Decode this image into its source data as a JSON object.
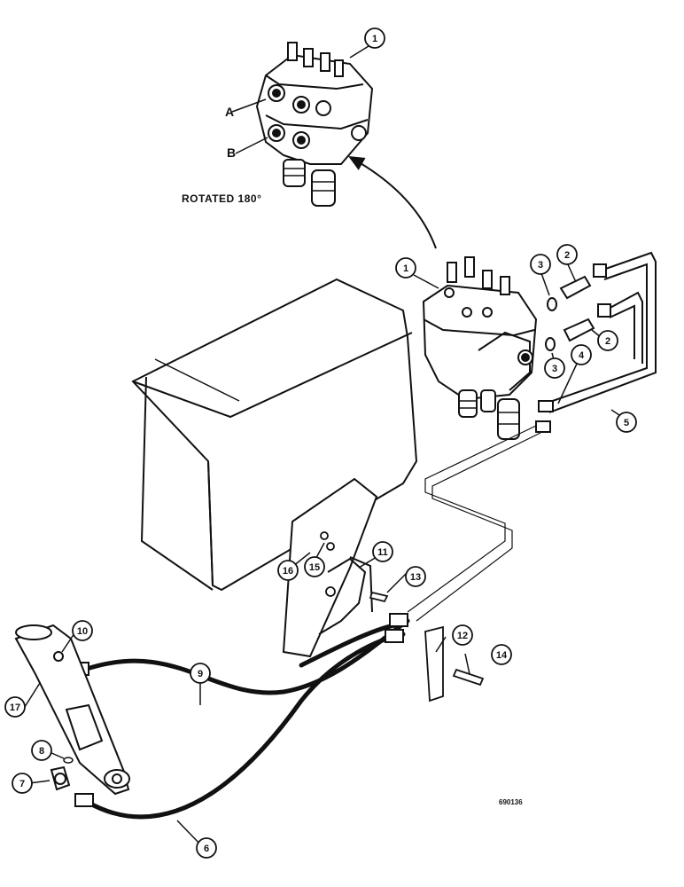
{
  "figure": {
    "rotation_note": "ROTATED 180°",
    "reference_number": "690136",
    "port_labels": {
      "a": "A",
      "b": "B"
    },
    "callouts": [
      {
        "id": "c1-top",
        "number": "1"
      },
      {
        "id": "c1",
        "number": "1"
      },
      {
        "id": "c2-a",
        "number": "2"
      },
      {
        "id": "c2-b",
        "number": "2"
      },
      {
        "id": "c3-a",
        "number": "3"
      },
      {
        "id": "c3-b",
        "number": "3"
      },
      {
        "id": "c4",
        "number": "4"
      },
      {
        "id": "c5",
        "number": "5"
      },
      {
        "id": "c6",
        "number": "6"
      },
      {
        "id": "c7",
        "number": "7"
      },
      {
        "id": "c8",
        "number": "8"
      },
      {
        "id": "c9",
        "number": "9"
      },
      {
        "id": "c10",
        "number": "10"
      },
      {
        "id": "c11",
        "number": "11"
      },
      {
        "id": "c12",
        "number": "12"
      },
      {
        "id": "c13",
        "number": "13"
      },
      {
        "id": "c14",
        "number": "14"
      },
      {
        "id": "c15",
        "number": "15"
      },
      {
        "id": "c16",
        "number": "16"
      },
      {
        "id": "c17",
        "number": "17"
      }
    ]
  }
}
